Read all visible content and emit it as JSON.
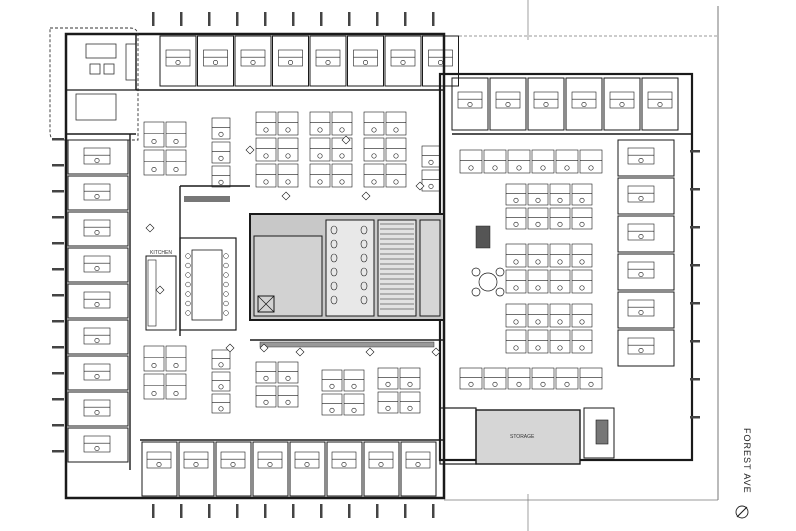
{
  "street": {
    "name": "FOREST AVE"
  },
  "north_arrow": {
    "icon": "north-arrow-icon"
  },
  "room_labels": {
    "kitchen": "KITCHEN",
    "storage": "STORAGE"
  },
  "colors": {
    "line": "#1a1a1a",
    "core_fill": "#c8c8c8",
    "room_fill": "#d6d6d6",
    "paper": "#ffffff"
  }
}
